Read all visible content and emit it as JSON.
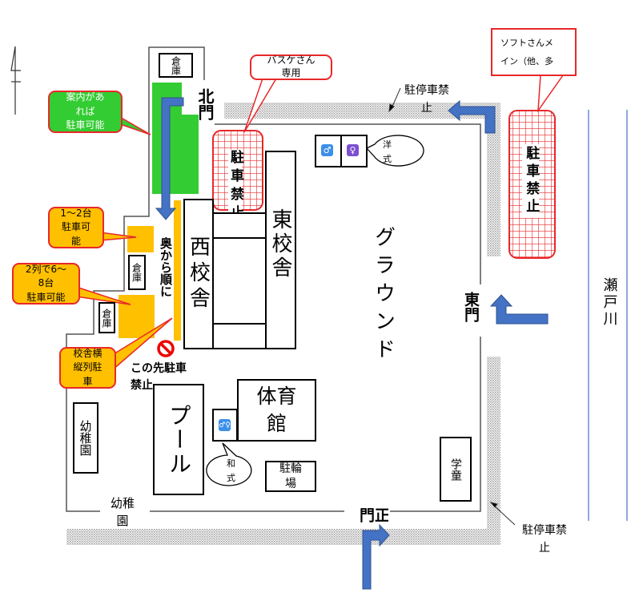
{
  "colors": {
    "arrow": "#4472c4",
    "parking_ok_green": "#33cc33",
    "parking_ok_orange": "#ffc000",
    "no_parking_red": "#e8282a",
    "river": "#8eaadb",
    "restricted_band": "#bfbfbf",
    "toilet_male": "#3b8fe8",
    "toilet_female": "#7b4fd0"
  },
  "icons": [
    "compass-north-icon",
    "arrow-icon",
    "toilet-male-icon",
    "toilet-female-icon",
    "toilet-unisex-icon",
    "no-entry-icon"
  ],
  "gates": {
    "north": "北門",
    "east": "東門",
    "main": "正門"
  },
  "buildings": {
    "storage": "倉庫",
    "west_building": "西校舎",
    "east_building": "東校舎",
    "pool": "プール",
    "gym": "体育館",
    "bike_parking": "駐輪場",
    "kindergarten": "幼稚園",
    "after_school": "学童",
    "ground": "グラウンド",
    "river": "瀬戸川"
  },
  "labels": {
    "kindergarten_bottom": "幼稚\n園",
    "western_toilet": "洋\n式",
    "japanese_toilet": "和\n式",
    "no_parking_box": "駐車禁止",
    "no_stopping_top": "駐停車禁\n止",
    "no_stopping_bottom": "駐停車禁\n止",
    "in_order": "奥から順に",
    "no_parking_ahead": "この先駐車\n禁止"
  },
  "callouts": {
    "green": "案内があ\nれば\n駐車可能",
    "orange1": "1～2台\n駐車可\n能",
    "orange2": "2列で6～\n8台\n駐車可能",
    "orange3": "校舎横\n縦列駐\n車",
    "basketball": "バスケさん\n専用",
    "softball": "ソフトさんメ\nイン（他、多"
  }
}
